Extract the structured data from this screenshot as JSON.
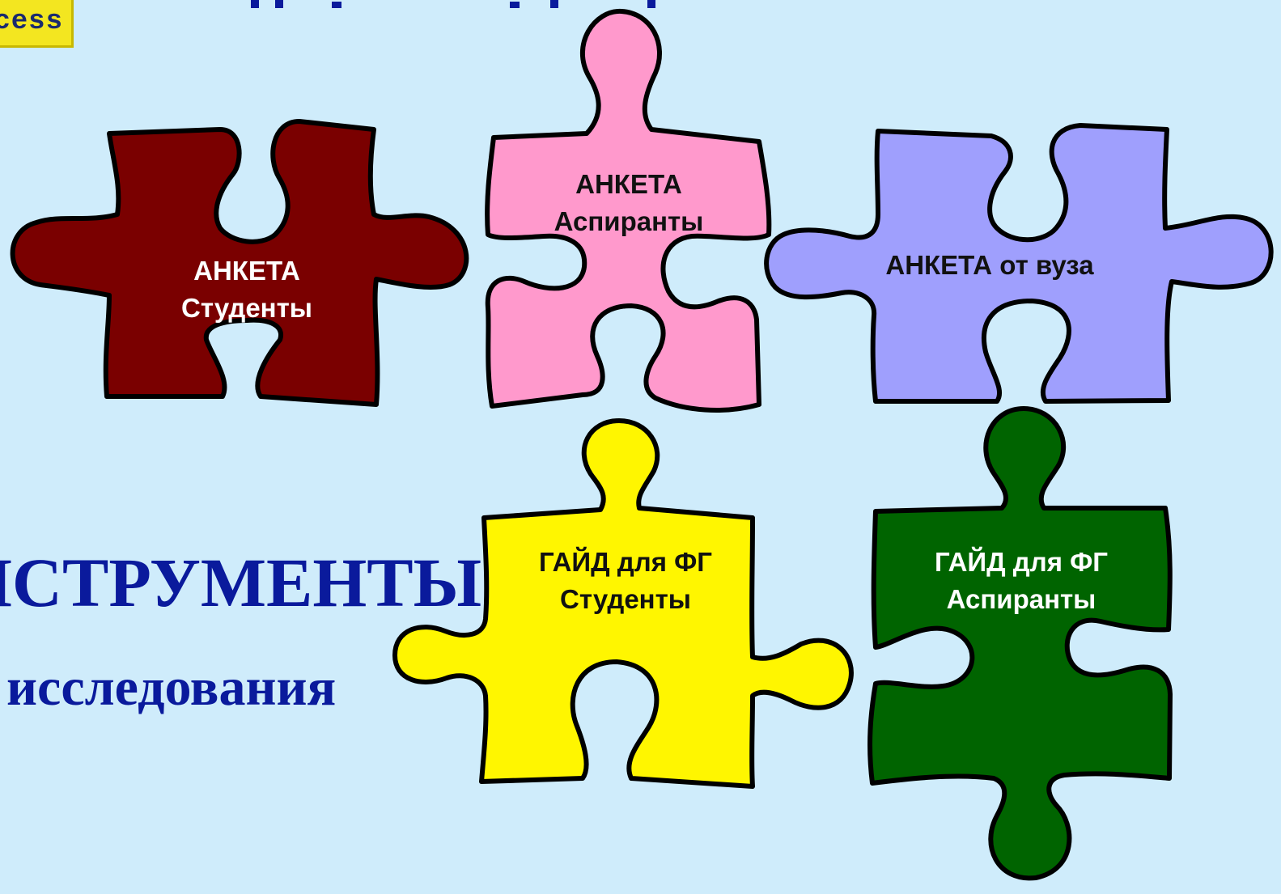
{
  "slide": {
    "logo_text": "cess",
    "title": "НСТРУМЕНТЫ",
    "subtitle": "исследования"
  },
  "pieces": [
    {
      "id": "students-survey",
      "line1": "АНКЕТА",
      "line2": "Студенты",
      "color": "#7a0000",
      "text_color": "#ffffff"
    },
    {
      "id": "postgrad-survey",
      "line1": "АНКЕТА",
      "line2": "Аспиранты",
      "color": "#ff99cc",
      "text_color": "#111111"
    },
    {
      "id": "university-survey",
      "line1": "АНКЕТА от вуза",
      "line2": "",
      "color": "#9f9ffd",
      "text_color": "#111111"
    },
    {
      "id": "students-guide",
      "line1": "ГАЙД для ФГ",
      "line2": "Студенты",
      "color": "#fff600",
      "text_color": "#111111"
    },
    {
      "id": "postgrad-guide",
      "line1": "ГАЙД для ФГ",
      "line2": "Аспиранты",
      "color": "#006400",
      "text_color": "#ffffff"
    }
  ]
}
